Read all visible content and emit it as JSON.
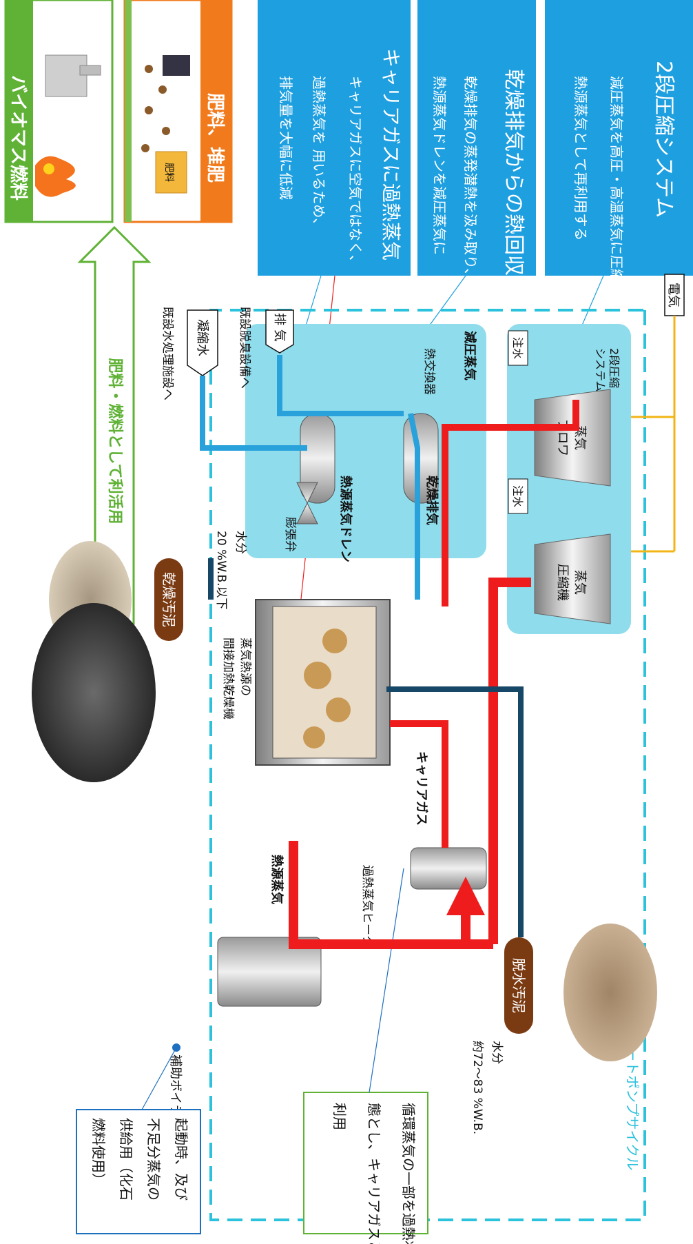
{
  "callouts": {
    "two_stage": {
      "title": "2段圧縮システム",
      "line1": "減圧蒸気を高圧・高温蒸気に圧縮し、",
      "line2": "熱源蒸気として再利用する"
    },
    "heat_recovery": {
      "title": "乾燥排気からの熱回収",
      "line1": "乾燥排気の蒸発潜熱を汲み取り、",
      "line2": "熱源蒸気ドレンを減圧蒸気に"
    },
    "carrier": {
      "title": "キャリアガスに過熱蒸気",
      "line1": "キャリアガスに空気ではなく、",
      "line2": "過熱蒸気を 用いるため、",
      "line3": "排気量を大幅に低減"
    }
  },
  "outputs": {
    "fertilizer": "肥料、堆肥",
    "fertilizer_bag": "肥料",
    "biomass": "バイオマス燃料",
    "utilization": "肥料・燃料として利活用"
  },
  "labels": {
    "electricity": "電気",
    "heat_pump_cycle": "ヒートポンプサイクル",
    "two_stage_system_1": "2段圧縮",
    "two_stage_system_2": "システム",
    "water_injection_1": "注水",
    "water_injection_2": "注水",
    "steam_blower_1": "蒸気",
    "steam_blower_2": "ブロワ",
    "steam_compressor_1": "蒸気",
    "steam_compressor_2": "圧縮機",
    "depressurized_steam": "減圧蒸気",
    "heat_exchanger": "熱交換器",
    "exhaust": "排 気",
    "condensate": "凝縮水",
    "to_deodorization": "既設脱臭設備へ",
    "to_wastewater": "既設水処理施設へ",
    "dry_exhaust": "乾燥排気",
    "heat_source_drain": "熱源蒸気ドレン",
    "expansion_valve": "膨張弁",
    "moisture_dry_1": "水分",
    "moisture_dry_2": "20 %W.B.以下",
    "dried_sludge": "乾燥汚泥",
    "dryer_1": "蒸気熱源の",
    "dryer_2": "間接加熱乾燥機",
    "carrier_gas": "キャリアガス",
    "superheater": "過熱蒸気ヒータ",
    "heat_source_steam": "熱源蒸気",
    "dewatered_sludge": "脱水汚泥",
    "moisture_wet_1": "水分",
    "moisture_wet_2": "約72～83 %W.B.",
    "aux_boiler": "補助ボイラ"
  },
  "notes": {
    "circulating": {
      "line1": "循環蒸気の一部を過熱状",
      "line2": "態とし、キャリアガスとして",
      "line3": "利用"
    },
    "boiler": {
      "line1": "起動時、及び",
      "line2": "不足分蒸気の",
      "line3": "供給用（化石",
      "line4": "燃料使用）"
    }
  },
  "colors": {
    "callout_blue": "#1e9fe0",
    "steam_red": "#ee1c1c",
    "exhaust_blue": "#29a1db",
    "dark_line": "#164766",
    "sludge_brown": "#7a3a12",
    "panel_cyan": "#8fdcec",
    "fertilizer_orange": "#f07a1c",
    "biomass_green": "#5fb236",
    "electric_yellow": "#f2b515"
  }
}
